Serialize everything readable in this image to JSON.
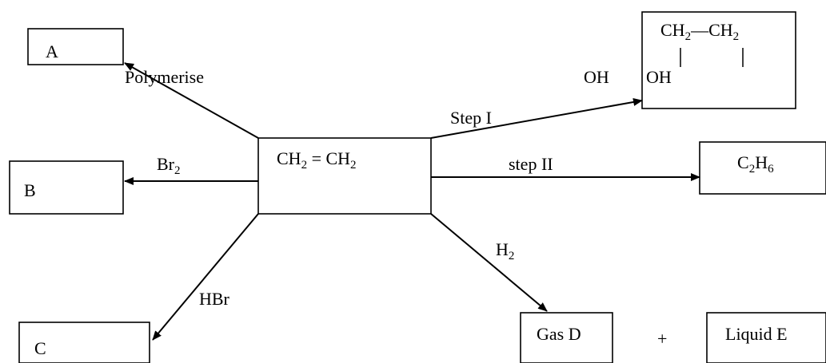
{
  "center_box": {
    "left": "CH",
    "sub1": "2",
    "middle": " = CH",
    "sub2": "2"
  },
  "nodes": {
    "A": "A",
    "B": "B",
    "C": "C",
    "gas_d": "Gas D",
    "liquid_e": "Liquid E",
    "plus": "+",
    "ethane_c": "C",
    "ethane_sub1": "2",
    "ethane_h": "H",
    "ethane_sub2": "6"
  },
  "glycol": {
    "ch2_left": "CH",
    "sub_left": "2",
    "dash": "—CH",
    "sub_right": "2",
    "oh_inside": "OH",
    "oh_outside": "OH"
  },
  "edge_labels": {
    "polymerise": "Polymerise",
    "br2": "Br",
    "br2_sub": "2",
    "step1": "Step I",
    "step2": "step II",
    "hbr": "HBr",
    "h2": "H",
    "h2_sub": "2"
  },
  "colors": {
    "stroke": "#000000",
    "background": "#ffffff"
  }
}
